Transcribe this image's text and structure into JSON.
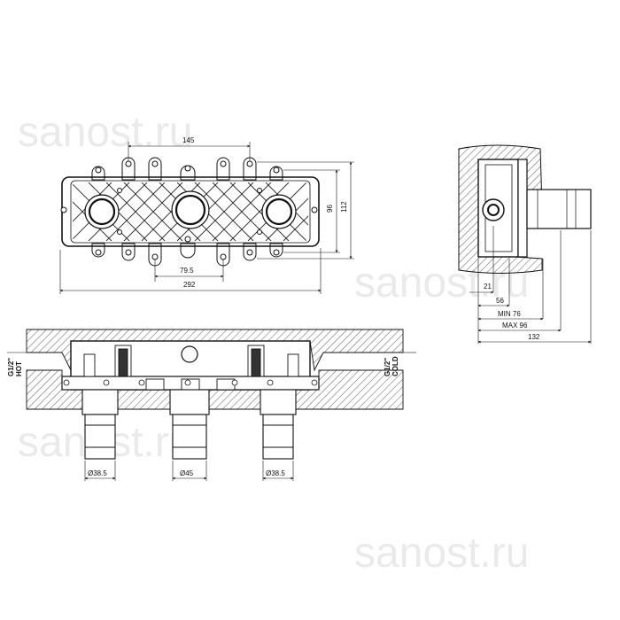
{
  "watermark": {
    "text": "sanost.ru"
  },
  "front_view": {
    "dim_valve_spacing": "145",
    "dim_side_spacing": "79.5",
    "dim_total_width": "292",
    "dim_inner_height": "96",
    "dim_outer_height": "112"
  },
  "side_view": {
    "dim_21": "21",
    "dim_56": "56",
    "dim_min": "MIN 76",
    "dim_max": "MAX 96",
    "dim_132": "132"
  },
  "section_view": {
    "label_hot_size": "G1/2\"",
    "label_hot": "HOT",
    "label_cold_size": "G1/2\"",
    "label_cold": "COLD",
    "dia_left": "Ø38.5",
    "dia_center": "Ø45",
    "dia_right": "Ø38.5"
  }
}
